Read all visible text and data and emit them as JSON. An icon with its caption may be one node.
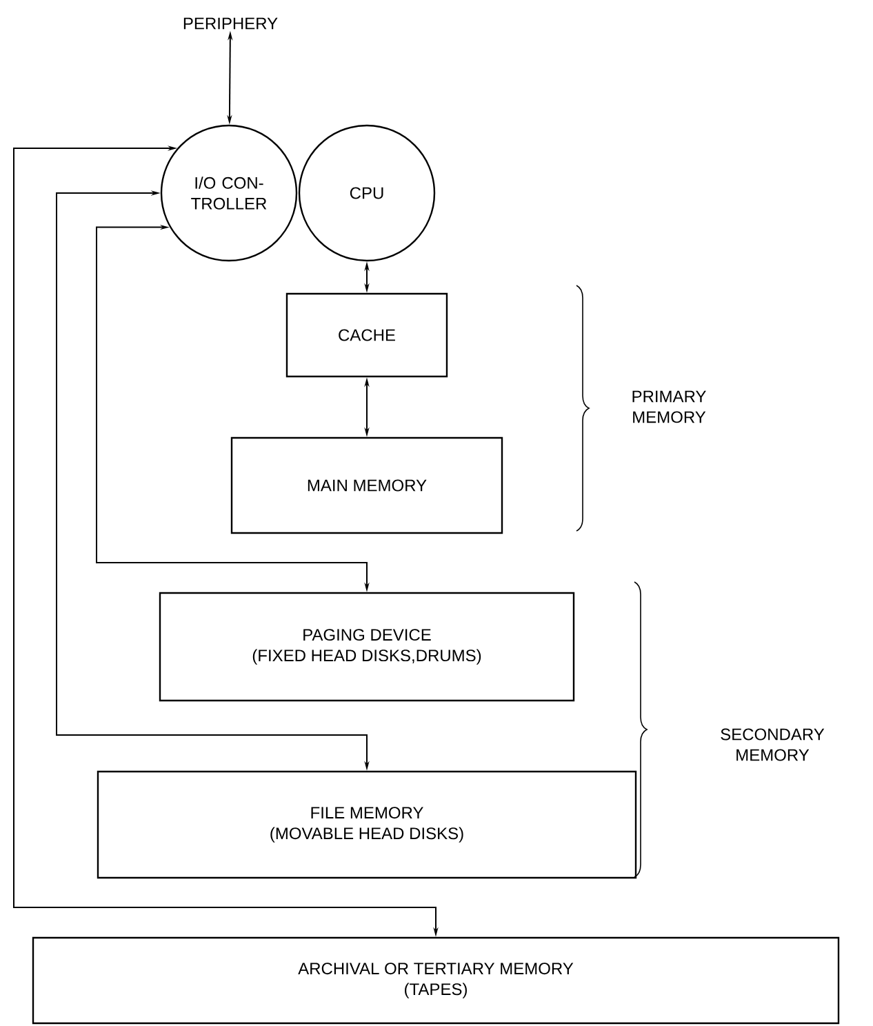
{
  "diagram": {
    "nodes": [
      {
        "text": [
          "PERIPHERY"
        ]
      },
      {
        "text": [
          "I/O CON- TROLLER"
        ]
      },
      {
        "text": [
          "CPU"
        ]
      },
      {
        "text": [
          "CACHE"
        ]
      },
      {
        "text": [
          "MAIN MEMORY"
        ]
      },
      {
        "text": [
          "PAGING DEVICE",
          "(FIXED HEAD DISKS,DRUMS)"
        ]
      },
      {
        "text": [
          "FILE MEMORY",
          "(MOVABLE HEAD DISKS)"
        ]
      },
      {
        "text": [
          "ARCHIVAL OR TERTIARY MEMORY",
          "(TAPES)"
        ]
      }
    ],
    "edges": [
      {
        "from": 0,
        "to": 1,
        "arrow": "both"
      },
      {
        "from": 2,
        "to": 3,
        "arrow": "both"
      },
      {
        "from": 3,
        "to": 4,
        "arrow": "both"
      },
      {
        "from": 1,
        "to": 5,
        "arrow": "both"
      },
      {
        "from": 1,
        "to": 6,
        "arrow": "both"
      },
      {
        "from": 1,
        "to": 7,
        "arrow": "both"
      }
    ],
    "labels": [
      "PRIMARY MEMORY",
      "SECONDARY MEMORY"
    ]
  }
}
